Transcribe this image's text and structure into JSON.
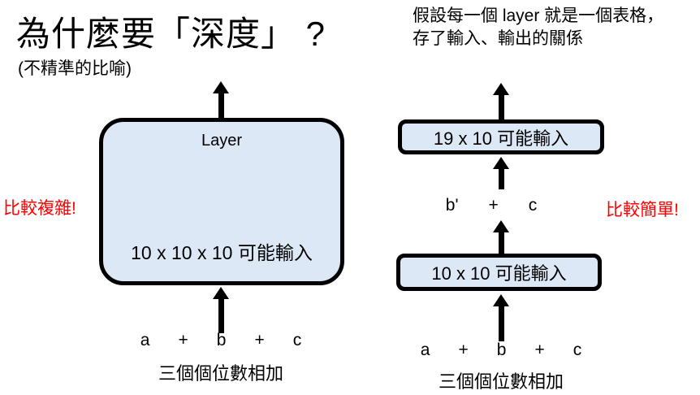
{
  "header": {
    "title": "為什麼要「深度」 ?",
    "subtitle": "(不精準的比喻)",
    "note_line1": "假設每一個 layer 就是一個表格，",
    "note_line2": "存了輸入、輸出的關係"
  },
  "colors": {
    "box_fill": "#dce8f5",
    "box_border": "#000000",
    "emphasis_red": "#ff0000"
  },
  "left_diagram": {
    "box_title": "Layer",
    "box_caption": "10 x 10 x 10 可能輸入",
    "red_label": "比較複雜!",
    "equation": [
      "a",
      "+",
      "b",
      "+",
      "c"
    ],
    "equation_caption": "三個個位數相加"
  },
  "right_diagram": {
    "top_box_label": "19 x 10 可能輸入",
    "middle_equation": [
      "b'",
      "+",
      "c"
    ],
    "red_label": "比較簡單!",
    "bottom_box_label": "10 x 10 可能輸入",
    "equation": [
      "a",
      "+",
      "b",
      "+",
      "c"
    ],
    "equation_caption": "三個個位數相加"
  }
}
